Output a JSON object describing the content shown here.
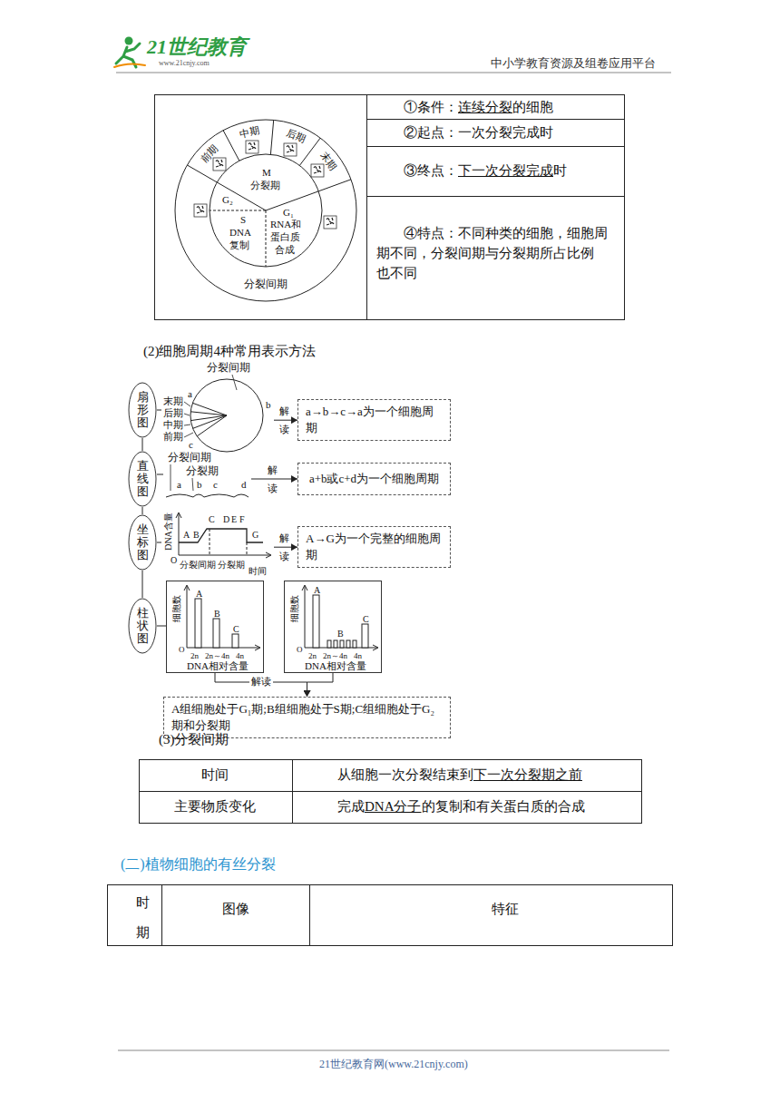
{
  "diagram": {
    "nodes": [
      {
        "text": [
          "扇形图"
        ]
      },
      {
        "text": [
          "分裂间期",
          "末期",
          "后期",
          "中期",
          "前期",
          "a",
          "b",
          "c"
        ]
      },
      {
        "text": [
          "a→b→c→a为一个细胞周期"
        ]
      },
      {
        "text": [
          "直线图"
        ]
      },
      {
        "text": [
          "分裂间期",
          "分裂期",
          "a",
          "b",
          "c",
          "d"
        ]
      },
      {
        "text": [
          "a+b或c+d为一个细胞周期"
        ]
      },
      {
        "text": [
          "坐标图"
        ]
      },
      {
        "text": [
          "DNA含量",
          "A",
          "B",
          "C",
          "D",
          "E",
          "F",
          "G",
          "O",
          "分裂间期",
          "分裂期",
          "时间"
        ]
      },
      {
        "text": [
          "A→G为一个完整的细胞周期"
        ]
      },
      {
        "text": [
          "柱状图"
        ]
      },
      {
        "text": [
          "细胞数",
          "A",
          "B",
          "C",
          "O",
          "2n",
          "2n～4n",
          "4n",
          "DNA相对含量"
        ]
      },
      {
        "text": [
          "细胞数",
          "A",
          "B",
          "C",
          "O",
          "2n",
          "2n～4n",
          "4n",
          "DNA相对含量"
        ]
      },
      {
        "text": [
          "A组细胞处于G₁期;B组细胞处于S期;C组细胞处于G₂期和分裂期"
        ]
      }
    ],
    "edges": [
      {
        "from": 0,
        "to": 3,
        "arrow": "none"
      },
      {
        "from": 3,
        "to": 6,
        "arrow": "none"
      },
      {
        "from": 6,
        "to": 9,
        "arrow": "none"
      },
      {
        "from": 0,
        "to": 1,
        "arrow": "none"
      },
      {
        "from": 1,
        "to": 2,
        "label": "解读",
        "arrow": "to"
      },
      {
        "from": 3,
        "to": 4,
        "arrow": "none"
      },
      {
        "from": 4,
        "to": 5,
        "label": "解读",
        "arrow": "to"
      },
      {
        "from": 6,
        "to": 7,
        "arrow": "none"
      },
      {
        "from": 7,
        "to": 8,
        "label": "解读",
        "arrow": "to"
      },
      {
        "from": 9,
        "to": 10,
        "arrow": "none"
      },
      {
        "from": 10,
        "to": 12,
        "label": "解读",
        "arrow": "to"
      },
      {
        "from": 11,
        "to": 12,
        "arrow": "to"
      }
    ],
    "labels": [
      "中小学教育资源及组卷应用平台",
      "21世纪教育",
      "www.21cnjy.com",
      "前期",
      "中期",
      "后期",
      "末期",
      "M",
      "分裂期",
      "G₂",
      "S",
      "G₁",
      "DNA",
      "复制",
      "RNA和",
      "蛋白质",
      "合成",
      "分裂间期",
      "①条件：",
      "连续分裂",
      "的细胞",
      "②起点：一次分裂完成时",
      "③终点：",
      "下一次分裂完成",
      "时",
      "④特点：不同种类的细胞，细胞周期不同，分裂间期与分裂期所占比例　也不同",
      "(2)细胞周期4种常用表示方法",
      "(3)分裂间期",
      "时间",
      "从细胞一次分裂结束到",
      "下一次分裂期之前",
      "主要物质变化",
      "完成",
      "DNA分子",
      "的复制和有关蛋白质的合成",
      "(二)植物细胞的有丝分裂",
      "时期",
      "图像",
      "特征",
      "21世纪教育网(www.21cnjy.com)"
    ]
  }
}
